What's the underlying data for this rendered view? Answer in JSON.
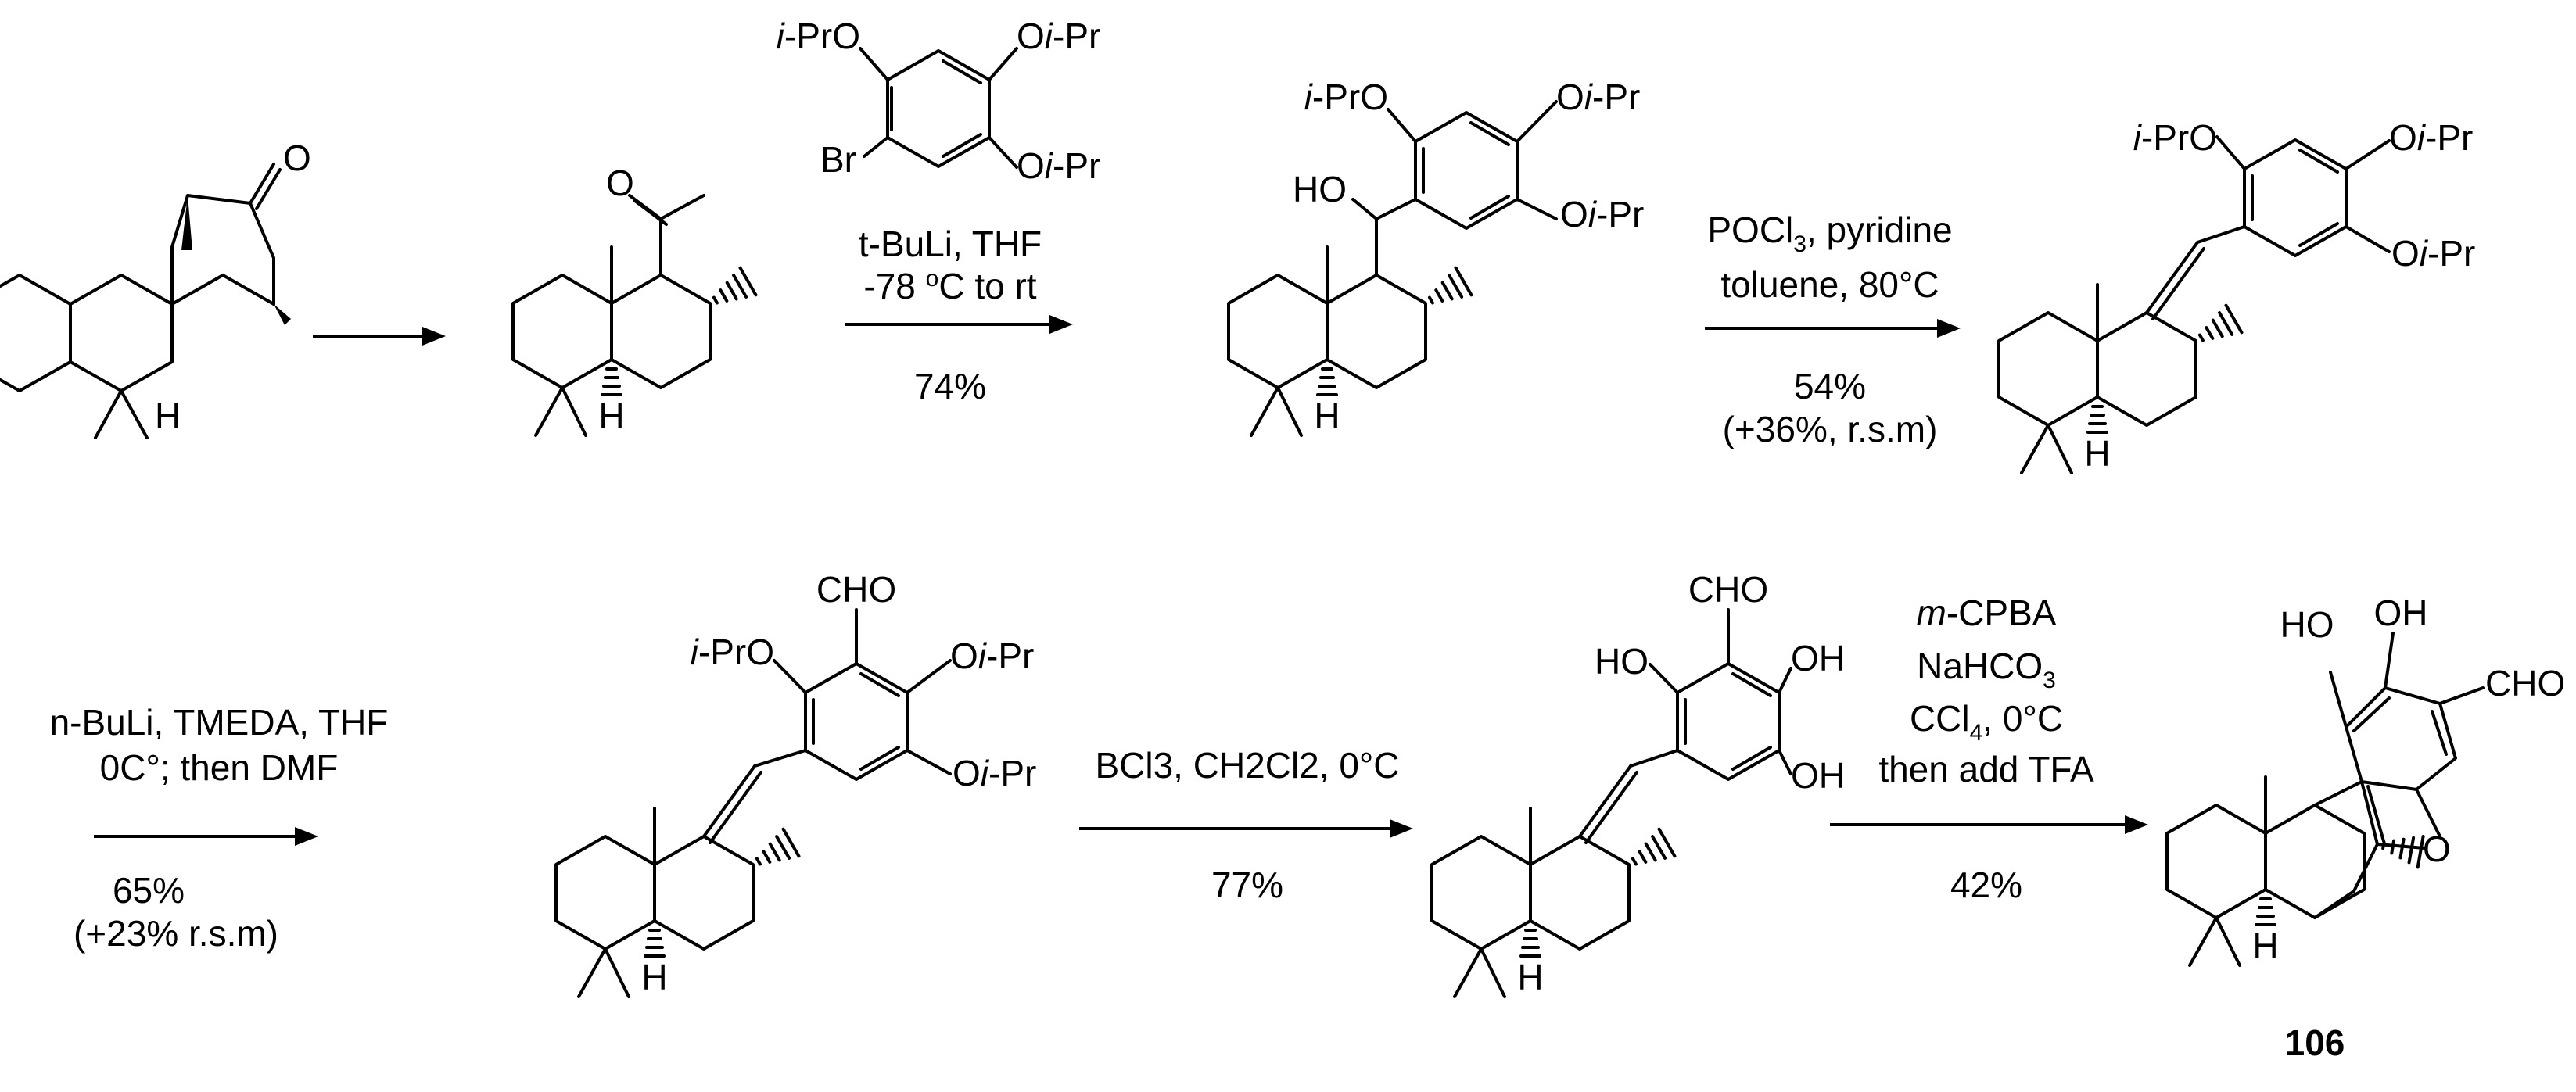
{
  "atoms": {
    "O": "O",
    "H": "H",
    "HO": "HO",
    "OH": "OH",
    "Br": "Br",
    "CHO": "CHO",
    "iPrO_i": "i",
    "iPrO_rest": "-PrO",
    "OiPr_O": "O",
    "OiPr_i": "i",
    "OiPr_rest": "-Pr"
  },
  "reactions": [
    {
      "id": "r1",
      "above": [],
      "below": []
    },
    {
      "id": "r2",
      "above": [
        "t-BuLi, THF",
        "-78 oC to rt"
      ],
      "below": [
        "74%"
      ]
    },
    {
      "id": "r3",
      "above": [
        "POCl3, pyridine",
        "toluene, 80°C"
      ],
      "below": [
        "54%",
        "(+36%, r.s.m)"
      ]
    },
    {
      "id": "r4",
      "above": [
        "n-BuLi, TMEDA,  THF",
        "0C°; then     DMF"
      ],
      "below": [
        "65%",
        "(+23% r.s.m)"
      ]
    },
    {
      "id": "r5",
      "above": [
        "BCl3, CH2Cl2, 0°C"
      ],
      "below": [
        "77%"
      ]
    },
    {
      "id": "r6",
      "above": [
        "m-CPBA",
        "NaHCO3",
        "CCl4, 0°C",
        "then add TFA"
      ],
      "below": [
        "42%"
      ]
    }
  ],
  "cond": {
    "tBuLi": "t-BuLi, THF",
    "temp_a": "-78 ",
    "temp_sup": "o",
    "temp_b": "C to rt",
    "y74": "74%",
    "pocl_a": "POCl",
    "pocl_sub": "3",
    "pocl_b": ", pyridine",
    "toluene": "toluene, 80°C",
    "y54": "54%",
    "rsm36": "(+36%, r.s.m)",
    "nbuli": "n-BuLi, TMEDA,  THF",
    "dmf": "0C°; then     DMF",
    "y65": "65%",
    "rsm23": "(+23% r.s.m)",
    "bcl3": "BCl3, CH2Cl2, 0°C",
    "y77": "77%",
    "mcpba_m": "m",
    "mcpba_rest": "-CPBA",
    "nahco_a": "NaHCO",
    "nahco_sub": "3",
    "ccl_a": "CCl",
    "ccl_sub": "4",
    "ccl_b": ", 0°C",
    "tfa": "then add TFA",
    "y42": "42%"
  },
  "compound_label": "106"
}
